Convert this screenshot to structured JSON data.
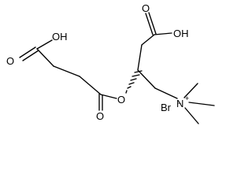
{
  "molecule": {
    "labels": {
      "oh_left": "OH",
      "o_left": "O",
      "o_ester_carbonyl": "O",
      "o_ester": "O",
      "o_acid_top": "O",
      "oh_top": "OH",
      "br": "Br",
      "br_charge": "−",
      "n": "N",
      "n_charge": "+"
    }
  }
}
